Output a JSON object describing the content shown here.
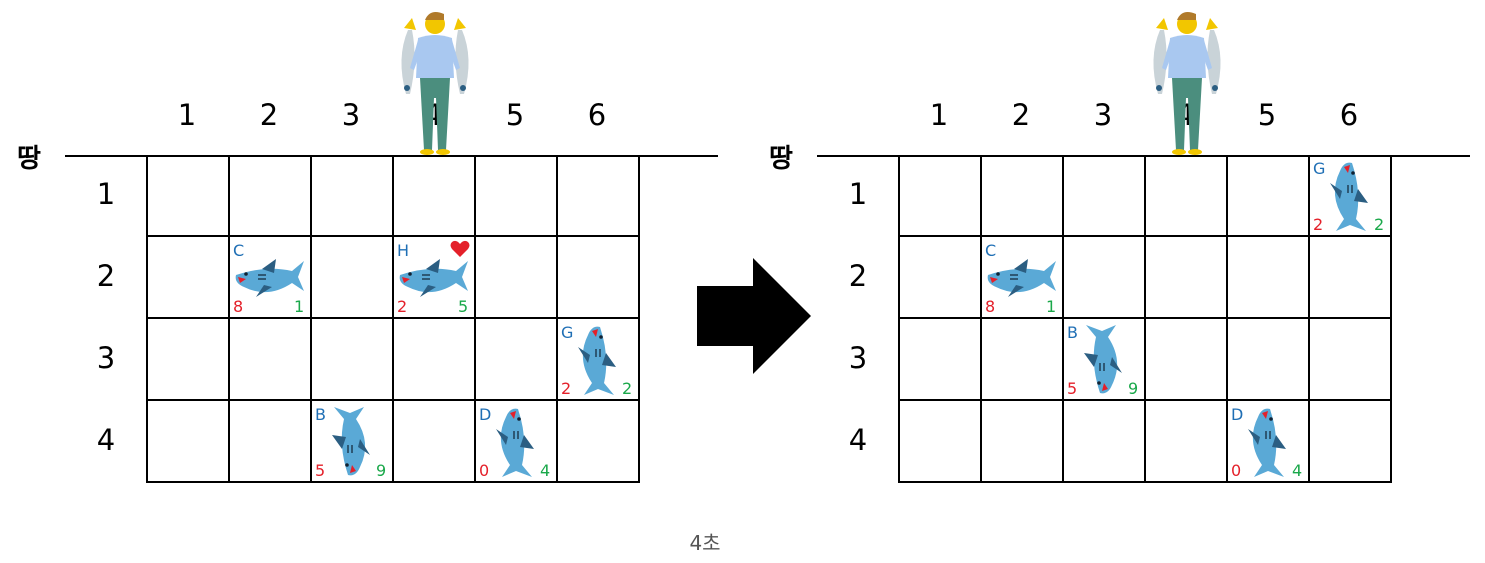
{
  "ground_label": "땅",
  "columns": [
    "1",
    "2",
    "3",
    "4",
    "5",
    "6"
  ],
  "rows": [
    "1",
    "2",
    "3",
    "4"
  ],
  "caption": "4초",
  "colors": {
    "letter": "#1f6fb5",
    "speed": "#e4202a",
    "size": "#1aa84a",
    "shark": "#5aa9d6",
    "shark_dark": "#2b5e82"
  },
  "scenes": [
    {
      "sharks": [
        {
          "id": "C",
          "row": 2,
          "col": 2,
          "speed": "8",
          "size": "1",
          "dir": "left"
        },
        {
          "id": "H",
          "row": 2,
          "col": 4,
          "speed": "2",
          "size": "5",
          "dir": "left",
          "heart": true
        },
        {
          "id": "G",
          "row": 3,
          "col": 6,
          "speed": "2",
          "size": "2",
          "dir": "up"
        },
        {
          "id": "B",
          "row": 4,
          "col": 3,
          "speed": "5",
          "size": "9",
          "dir": "down"
        },
        {
          "id": "D",
          "row": 4,
          "col": 5,
          "speed": "0",
          "size": "4",
          "dir": "up"
        }
      ]
    },
    {
      "sharks": [
        {
          "id": "G",
          "row": 1,
          "col": 6,
          "speed": "2",
          "size": "2",
          "dir": "up"
        },
        {
          "id": "C",
          "row": 2,
          "col": 2,
          "speed": "8",
          "size": "1",
          "dir": "left"
        },
        {
          "id": "B",
          "row": 3,
          "col": 3,
          "speed": "5",
          "size": "9",
          "dir": "down"
        },
        {
          "id": "D",
          "row": 4,
          "col": 5,
          "speed": "0",
          "size": "4",
          "dir": "up"
        }
      ]
    }
  ],
  "icons": {
    "fisher": "fisherman-icon",
    "shark": "shark-icon",
    "heart": "heart-icon",
    "arrow": "right-arrow-icon"
  }
}
